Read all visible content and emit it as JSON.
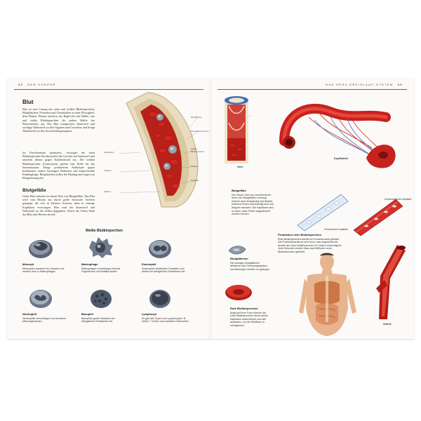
{
  "left_page": {
    "page_number": "32",
    "running_head": "DER KÖRPER",
    "blut": {
      "title": "Blut",
      "paragraph1": "Blut ist eine Lösung aus roten und weißen Blutkörperchen, Blutplättchen, Proteinen und Chemikalien in einer Flüssigkeit, dem Plasma. Plasma macht in der Regel die eine Hälfte, rote und weiße Blutkörperchen die andere Hälfte des Blutvolumens aus. Das Blut transportiert Sauerstoff und wichtige Nährstoffe zu den Organen und Geweben, und bringt Abfallstoffe zu den Ausscheidungsorganen.",
      "paragraph2": "Im Knochenmark produziert, versorgen die roten Blutkörperchen (Erythrozyten) das Gewebe mit Sauerstoff und tauschen diesen gegen Kohlendioxid aus. Die weißen Blutkörperchen (Leukozyten) spielen eine Rolle für das Immunsystem. Einige produzieren Antikörper gegen Infektionen, andere beseitigen Bakterien und körperfremde Eindringlinge. Blutplättchen stillen die Blutung und tragen zur Blutgerinnung bei."
    },
    "blutgefaesse": {
      "title": "Blutgefäße",
      "paragraph": "Unser Blut zirkuliert in einem Netz von Blutgefäßen. Das Blut wird vom Herzen aus durch große elastische Arterien gepumpt, die sich in kleinere Arterien, dann in winzige Kapillaren verzweigen. Hier wird der Sauerstoff und Nährstoffe an die Zellen abgegeben. Durch die Venen fließt das Blut zum Herzen zurück."
    },
    "illustration_labels": [
      "Blutplättchen",
      "Rote Blutkörperchen",
      "Weiße Blutkörperchen",
      "Plasma",
      "Endothel",
      "Gefäßwand",
      "Kapillare",
      "Zellkern"
    ],
    "wbc": {
      "title": "Weiße Blutkörperchen",
      "cells": [
        {
          "name": "Monozyt",
          "text": "Monozyten wandern ins Gewebe und werden dort zu Makrophagen."
        },
        {
          "name": "Makrophage",
          "text": "Makrophagen verschlingen fremde Organismen und Abfallprodukte."
        },
        {
          "name": "Eosinophil",
          "text": "Eosinophile bekämpfen Parasiten und wirken bei allergischen Reaktionen mit."
        },
        {
          "name": "Neutrophil",
          "text": "Neutrophile verschlingen und zerstören Mikroorganismen."
        },
        {
          "name": "Basophil",
          "text": "Basophile geben Histamin bei allergischen Reaktionen frei."
        },
        {
          "name": "Lymphozyt",
          "text": "Es gibt drei Typen von Lymphozyten: B-Zellen, T-Zellen und natürliche Killerzellen."
        }
      ]
    }
  },
  "right_page": {
    "page_number": "33",
    "running_head": "DAS HERZ-KREISLAUF-SYSTEM",
    "labels": {
      "vene": "Vene",
      "kapillarbett": "Kapillarbett",
      "fenestrierte": "Fenestrierte Kapillare",
      "kontinuierliche": "Kontinuierliche Kapillare",
      "arterie": "Arterie"
    },
    "blutgefaesse_caption": {
      "title": "Blutgefäße",
      "text": "Der Körper wird von verschiedenen Arten von Blutgefäßen versorgt. Arterien sind dickwandig und flexibel, während Venen dünnwandig sind und Klappen besitzen. Die Kapillaren sind so dünn, dass Stoffe ausgetauscht werden können."
    },
    "blutplaettchen": {
      "title": "Blutplättchen",
      "text": "Die winzigen Blutplättchen aktivieren das Gerinnungssystem und Blutungen werden so gestoppt."
    },
    "rote": {
      "title": "Rote Blutkörperchen",
      "text": "Aufgrund ihrer Form können die roten Blutkörperchen durch kleine Kapillaren manövrieren und sich anpassen, um den Blutfluss zu ermöglichen."
    },
    "produktion": {
      "title": "Produktion roter Blutkörperchen",
      "text": "Rote Blutkörperchen werden im Knochenmark gebildet. Die Produktionsrate ist sehr hoch, was angesichts der Anzahl der roten Blutkörperchen im Körper notwendig ist. Jede Sekunde werden etwa zwei Millionen neue Blutkörperchen gebildet."
    }
  },
  "colors": {
    "blood_red": "#c8221c",
    "dark_red": "#8f1410",
    "vein_blue": "#3d6fb8",
    "wall_beige": "#e8d8b8",
    "skin": "#e7b48e"
  }
}
